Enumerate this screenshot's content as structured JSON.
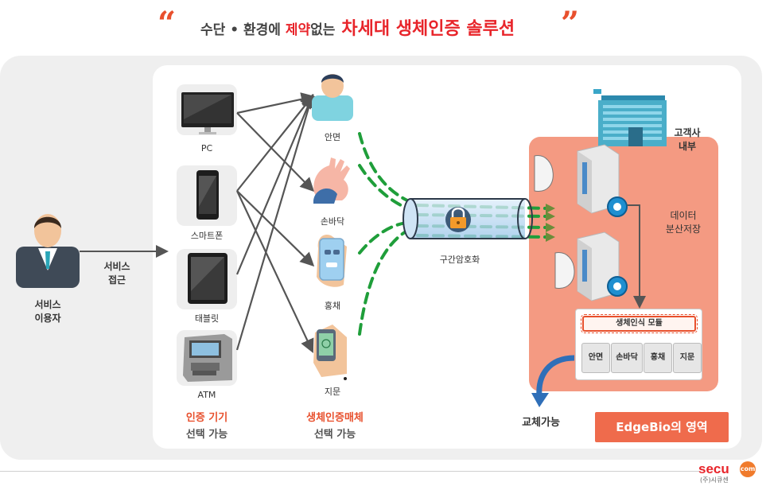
{
  "title": {
    "open_quote": "“",
    "close_quote": "”",
    "prefix": "수단 • 환경에 ",
    "emph": "제약",
    "middle": "없는",
    "main": "차세대 생체인증 솔루션"
  },
  "user": {
    "label_line1": "서비스",
    "label_line2": "이용자",
    "access_line1": "서비스",
    "access_line2": "접근"
  },
  "devices": [
    {
      "id": "pc",
      "label": "PC",
      "icon": "monitor-icon"
    },
    {
      "id": "smartphone",
      "label": "스마트폰",
      "icon": "smartphone-icon"
    },
    {
      "id": "tablet",
      "label": "태블릿",
      "icon": "tablet-icon"
    },
    {
      "id": "atm",
      "label": "ATM",
      "icon": "atm-icon"
    }
  ],
  "devices_caption": {
    "line1": "인증 기기",
    "line2": "선택 가능"
  },
  "media": [
    {
      "id": "face",
      "label": "안면",
      "icon": "face-icon"
    },
    {
      "id": "palm",
      "label": "손바닥",
      "icon": "palm-icon"
    },
    {
      "id": "iris",
      "label": "홍채",
      "icon": "iris-icon"
    },
    {
      "id": "fingerprint",
      "label": "지문",
      "icon": "fingerprint-icon"
    }
  ],
  "media_caption": {
    "line1": "생체인증매체",
    "line2": "선택 가능"
  },
  "tunnel": {
    "label": "구간암호화",
    "icon": "padlock-icon"
  },
  "customer": {
    "line1": "고객사",
    "line2": "내부",
    "icon": "building-icon"
  },
  "storage": {
    "line1": "데이터",
    "line2": "분산저장",
    "icon": "server-icon"
  },
  "module": {
    "title": "생체인식 모듈",
    "items": [
      "안면",
      "손바닥",
      "홍채",
      "지문"
    ]
  },
  "replace_label": "교체가능",
  "badge": "EdgeBio의 영역",
  "logo": {
    "main": "secu",
    "badge": "com",
    "sub": "(주)시큐센"
  },
  "colors": {
    "accent": "#e8242a",
    "zone": "#f49a82",
    "badge": "#ef6b4c",
    "dash": "#1f9e3a",
    "arrow": "#555555",
    "flow_arrow": "#2f6fb8"
  }
}
